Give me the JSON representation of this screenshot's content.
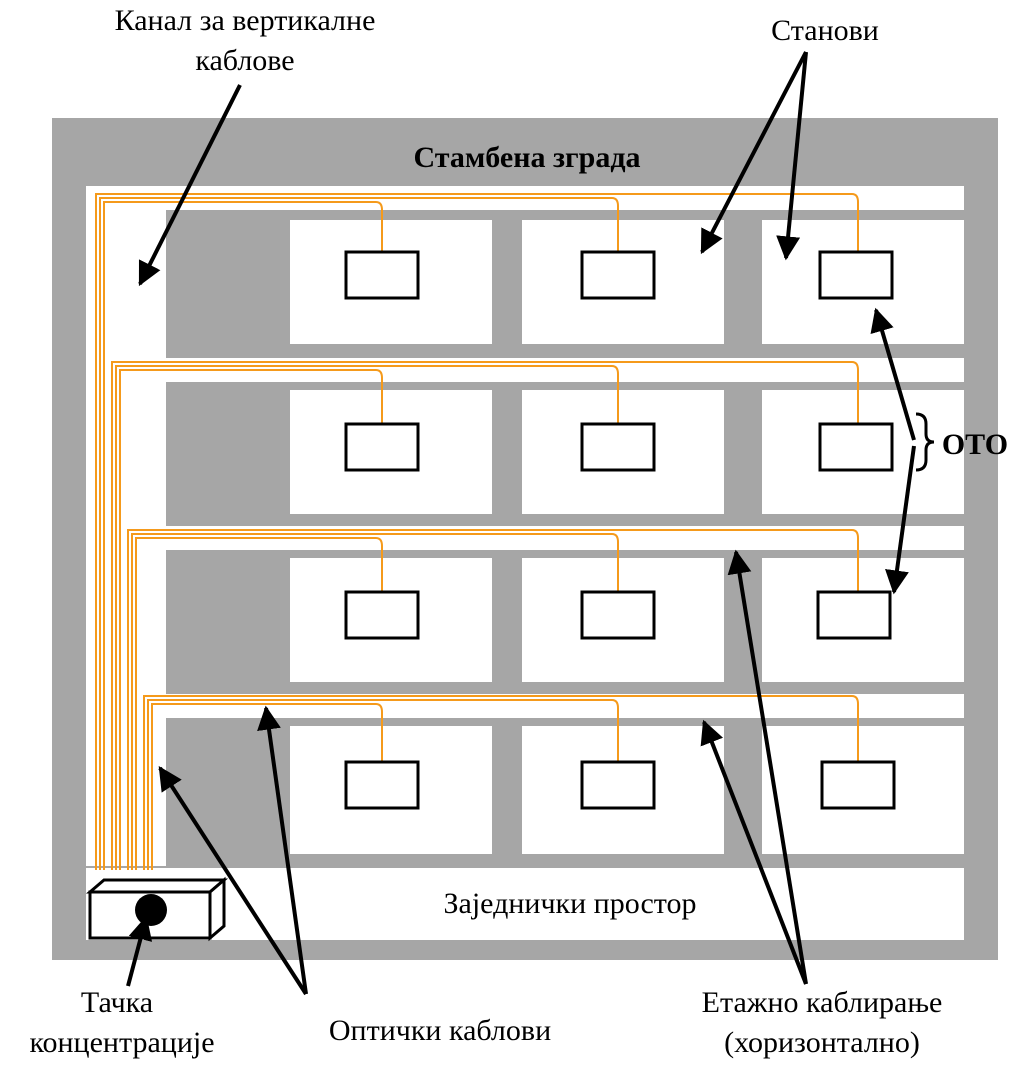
{
  "building_title": "Стамбена зграда",
  "common_space": "Заједнички простор",
  "labels": {
    "vertical_channel": [
      "Канал за вертикалне",
      "каблове"
    ],
    "apartments": "Станови",
    "oto": "ОТО",
    "concentration_point": [
      "Тачка",
      "концентрације"
    ],
    "optical_cables": "Оптички каблови",
    "floor_cabling": [
      "Етажно каблирање",
      "(хоризонтално)"
    ]
  },
  "colors": {
    "building": "#a6a6a6",
    "floor_gap": "#ffffff",
    "cable": "#f59a1b",
    "outline": "#000000"
  },
  "floors": 4,
  "apartments_per_floor": 3
}
